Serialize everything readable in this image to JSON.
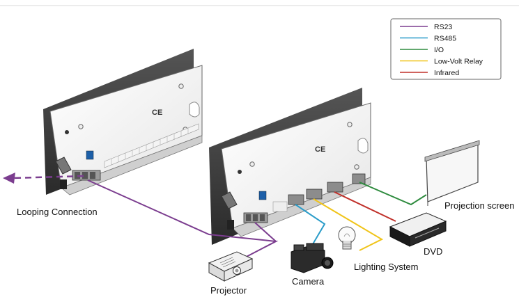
{
  "legend": {
    "items": [
      {
        "label": "RS23",
        "color": "#7b3d8f"
      },
      {
        "label": "RS485",
        "color": "#2a9cc9"
      },
      {
        "label": "I/O",
        "color": "#2e8b3e"
      },
      {
        "label": "Low-Volt Relay",
        "color": "#f0c419"
      },
      {
        "label": "Infrared",
        "color": "#c0302a"
      }
    ]
  },
  "labels": {
    "looping": "Looping Connection",
    "projector": "Projector",
    "camera": "Camera",
    "lighting": "Lighting System",
    "dvd": "DVD",
    "screen": "Projection screen"
  },
  "device": {
    "ce_mark": "CE"
  }
}
